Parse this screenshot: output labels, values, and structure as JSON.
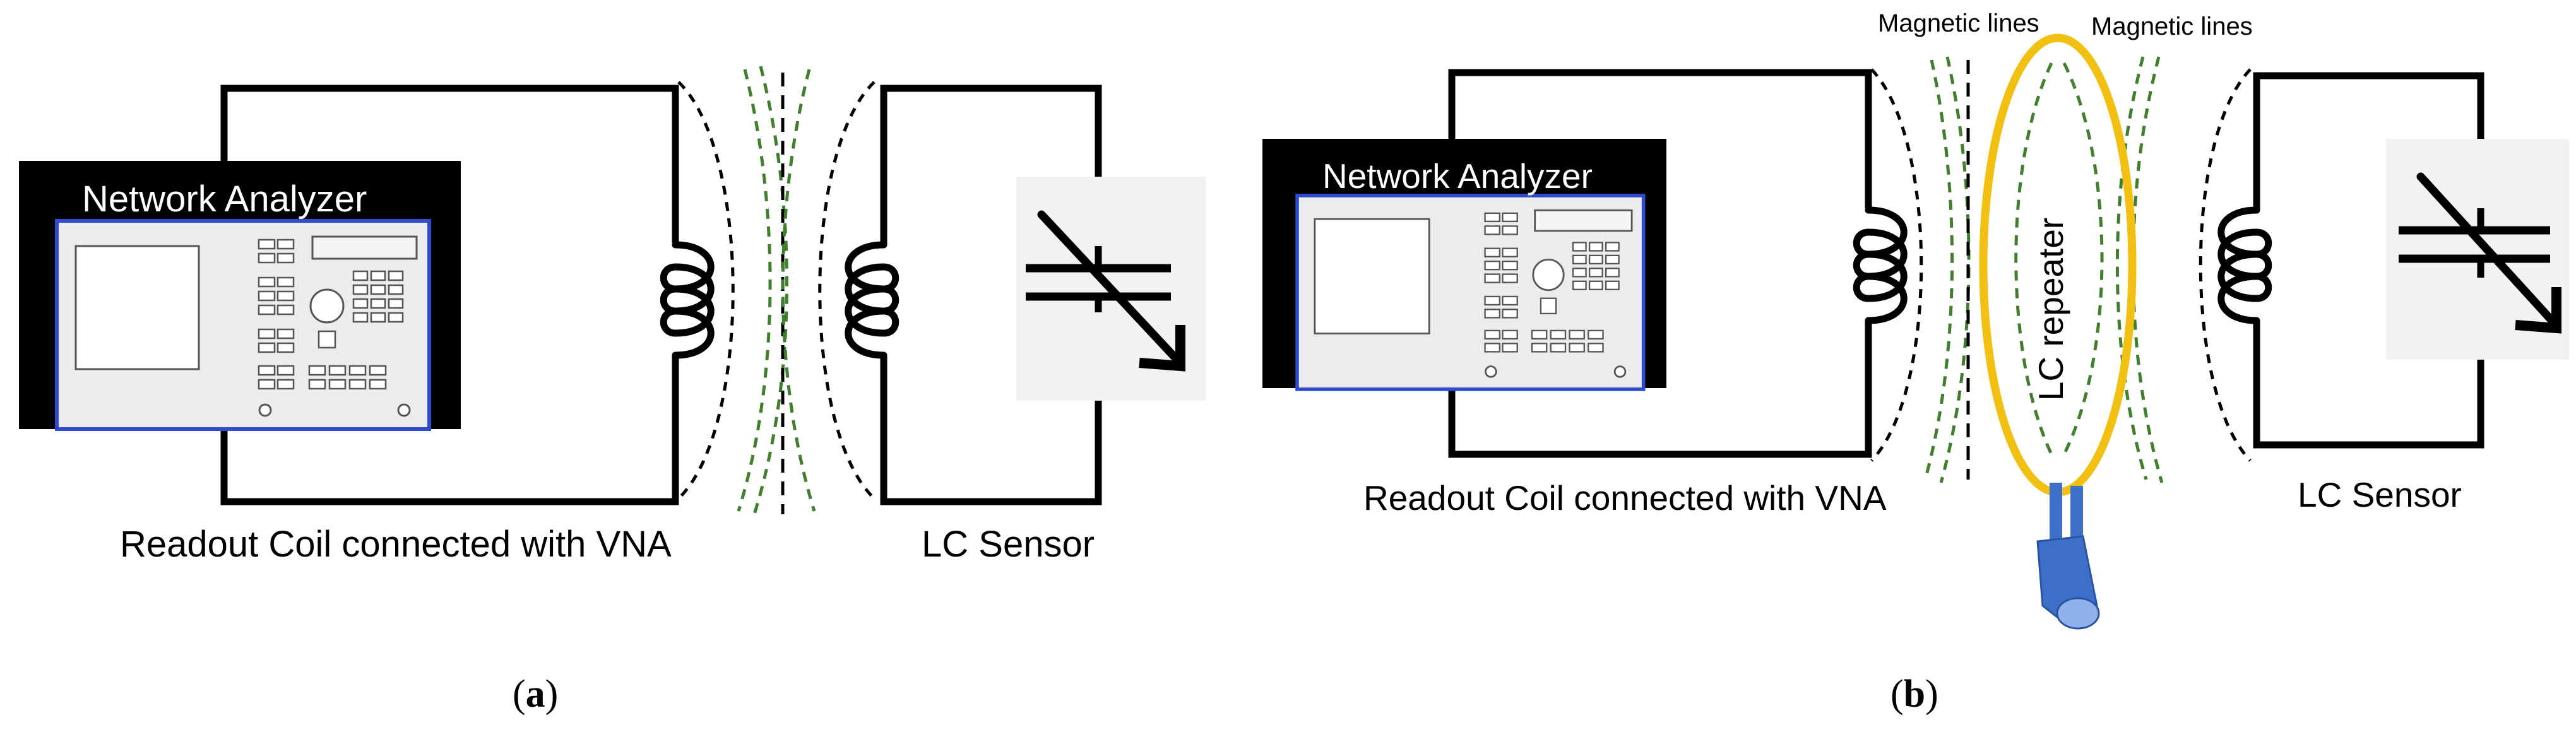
{
  "panel_a": {
    "instrument_label": "Network Analyzer",
    "readout_label": "Readout Coil connected with VNA",
    "sensor_label": "LC Sensor",
    "caption_letter": "a"
  },
  "panel_b": {
    "instrument_label": "Network Analyzer",
    "readout_label": "Readout Coil connected with VNA",
    "sensor_label": "LC Sensor",
    "repeater_label": "LC repeater",
    "magnetic_lines_label_left": "Magnetic lines",
    "magnetic_lines_label_right": "Magnetic lines",
    "caption_letter": "b"
  },
  "caption": {
    "open": "(",
    "close": ")"
  },
  "colors": {
    "wire": "#000000",
    "field_lines": "#3f7f2e",
    "coupling_arc": "#000000",
    "repeater_ring": "#f2c012",
    "instrument_border": "#2f4bd0",
    "instrument_face": "#ececec",
    "instrument_body": "#000000",
    "screen": "#ffffff",
    "probe": "#3d6fc8",
    "probe_tip": "#8fb2ea"
  },
  "icons": {
    "instrument": "network-analyzer-icon",
    "coil": "inductor-coil-icon",
    "variable_capacitor": "variable-capacitor-icon",
    "probe": "probe-icon"
  }
}
